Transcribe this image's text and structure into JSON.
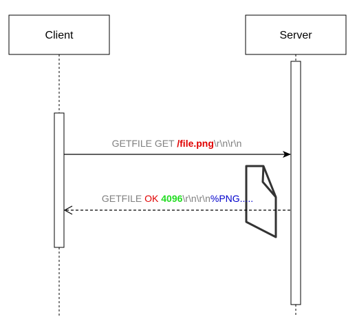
{
  "participants": {
    "client": {
      "label": "Client"
    },
    "server": {
      "label": "Server"
    }
  },
  "messages": {
    "request": {
      "parts": [
        {
          "text": "GETFILE GET ",
          "color": "#808080",
          "bold": false
        },
        {
          "text": "/file.png",
          "color": "#e00000",
          "bold": true
        },
        {
          "text": "\\r\\n\\r\\n",
          "color": "#808080",
          "bold": false
        }
      ]
    },
    "response": {
      "parts": [
        {
          "text": "GETFILE ",
          "color": "#808080",
          "bold": false
        },
        {
          "text": "OK ",
          "color": "#e00000",
          "bold": false
        },
        {
          "text": "4096",
          "color": "#22dd22",
          "bold": true
        },
        {
          "text": "\\r\\n\\r\\n",
          "color": "#808080",
          "bold": false
        },
        {
          "text": "%PNG.....",
          "color": "#0000cc",
          "bold": false
        }
      ]
    }
  },
  "icons": {
    "document": "document-icon"
  },
  "colors": {
    "stroke": "#000000",
    "document_stroke": "#333333",
    "gray_text": "#808080",
    "red_text": "#e00000",
    "green_text": "#22dd22",
    "blue_text": "#0000cc"
  }
}
